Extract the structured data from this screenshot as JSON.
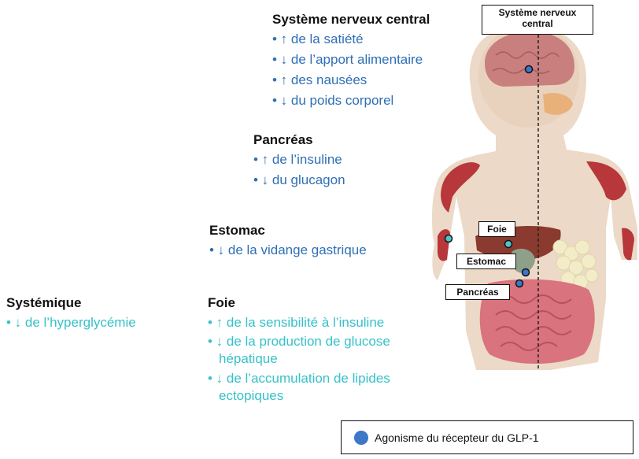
{
  "sections": {
    "cns": {
      "heading": "Système nerveux central",
      "items": [
        "• ↑ de la satiété",
        "• ↓ de l’apport alimentaire",
        "• ↑ des nausées",
        "• ↓ du poids corporel"
      ]
    },
    "pancreas": {
      "heading": "Pancréas",
      "items": [
        "• ↑ de l’insuline",
        "• ↓ du glucagon"
      ]
    },
    "stomach": {
      "heading": "Estomac",
      "items": [
        "• ↓ de la vidange gastrique"
      ]
    },
    "systemic": {
      "heading": "Systémique",
      "items": [
        "• ↓ de l’hyperglycémie"
      ]
    },
    "liver": {
      "heading": "Foie",
      "items": [
        "• ↑ de la sensibilité à l’insuline",
        "• ↓ de la production de glucose hépatique",
        "• ↓ de l’accumulation de lipides ectopiques"
      ]
    }
  },
  "body_tags": {
    "cns": "Système nerveux central",
    "foie": "Foie",
    "estomac": "Estomac",
    "pancreas": "Pancréas"
  },
  "legend": {
    "label": "Agonisme du récepteur du GLP-1",
    "color": "#3d77c7"
  },
  "colors": {
    "blue_text": "#2f6fb5",
    "teal_text": "#37c1c9",
    "skin": "#ecd9c8",
    "muscle": "#b8373a",
    "liver": "#8a3a2e",
    "intestine": "#d9737e"
  }
}
